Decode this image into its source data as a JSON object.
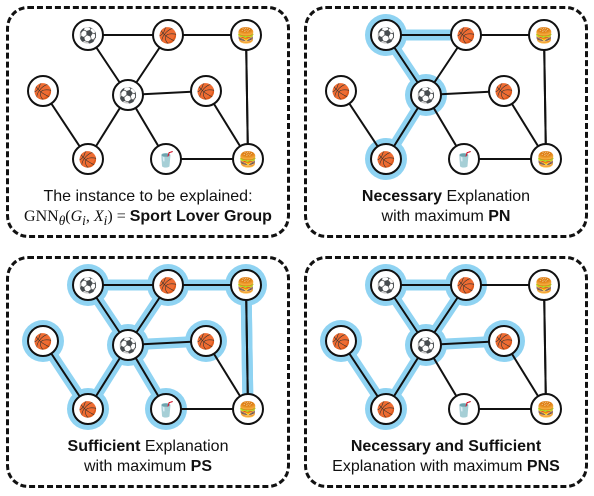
{
  "colors": {
    "highlight": "#8fd3f2",
    "edge": "#111111",
    "node_fill": "#ffffff"
  },
  "icons": {
    "soccer": "⚽",
    "basketball": "🏀",
    "burger": "🍔",
    "drink": "🥤"
  },
  "graph": {
    "nodes": [
      {
        "id": "n1",
        "icon": "soccer",
        "name": "soccer-ball-icon"
      },
      {
        "id": "n2",
        "icon": "basketball",
        "name": "basketball-icon"
      },
      {
        "id": "n3",
        "icon": "burger",
        "name": "burger-icon"
      },
      {
        "id": "n4",
        "icon": "basketball",
        "name": "basketball-icon"
      },
      {
        "id": "n5",
        "icon": "soccer",
        "name": "soccer-ball-icon"
      },
      {
        "id": "n6",
        "icon": "basketball",
        "name": "basketball-icon"
      },
      {
        "id": "n7",
        "icon": "basketball",
        "name": "basketball-icon"
      },
      {
        "id": "n8",
        "icon": "drink",
        "name": "drink-cup-icon"
      },
      {
        "id": "n9",
        "icon": "burger",
        "name": "burger-icon"
      }
    ],
    "edges": [
      [
        "n1",
        "n2"
      ],
      [
        "n2",
        "n3"
      ],
      [
        "n1",
        "n5"
      ],
      [
        "n2",
        "n5"
      ],
      [
        "n3",
        "n9"
      ],
      [
        "n4",
        "n7"
      ],
      [
        "n5",
        "n7"
      ],
      [
        "n5",
        "n6"
      ],
      [
        "n5",
        "n8"
      ],
      [
        "n6",
        "n9"
      ],
      [
        "n8",
        "n9"
      ],
      [
        "n9",
        "n3"
      ]
    ]
  },
  "panels": [
    {
      "name": "panel-instance",
      "highlight_nodes": [],
      "highlight_edges": [],
      "caption": {
        "line1": "The instance to be explained:",
        "formula_prefix": "GNN",
        "formula_sub": "θ",
        "formula_args_open": "(",
        "formula_g": "G",
        "formula_g_sub": "i",
        "formula_comma": ", ",
        "formula_x": "X",
        "formula_x_sub": "i",
        "formula_close": ") = ",
        "result": "Sport Lover Group"
      }
    },
    {
      "name": "panel-necessary",
      "highlight_nodes": [
        "n1",
        "n5",
        "n7"
      ],
      "highlight_edges": [
        [
          "n1",
          "n5"
        ],
        [
          "n5",
          "n7"
        ],
        [
          "n1",
          "n2"
        ]
      ],
      "caption": {
        "bold1": "Necessary",
        "text1": " Explanation",
        "text2": "with maximum ",
        "bold2": "PN"
      }
    },
    {
      "name": "panel-sufficient",
      "highlight_nodes": [
        "n1",
        "n2",
        "n3",
        "n4",
        "n5",
        "n6",
        "n7",
        "n8"
      ],
      "highlight_edges": [
        [
          "n1",
          "n2"
        ],
        [
          "n2",
          "n3"
        ],
        [
          "n1",
          "n5"
        ],
        [
          "n2",
          "n5"
        ],
        [
          "n4",
          "n7"
        ],
        [
          "n5",
          "n7"
        ],
        [
          "n5",
          "n6"
        ],
        [
          "n5",
          "n8"
        ],
        [
          "n3",
          "n9"
        ]
      ],
      "caption": {
        "bold1": "Sufficient",
        "text1": " Explanation",
        "text2": "with maximum ",
        "bold2": "PS"
      }
    },
    {
      "name": "panel-necessary-sufficient",
      "highlight_nodes": [
        "n1",
        "n2",
        "n4",
        "n5",
        "n6",
        "n7"
      ],
      "highlight_edges": [
        [
          "n1",
          "n2"
        ],
        [
          "n1",
          "n5"
        ],
        [
          "n2",
          "n5"
        ],
        [
          "n4",
          "n7"
        ],
        [
          "n5",
          "n7"
        ],
        [
          "n5",
          "n6"
        ]
      ],
      "caption": {
        "bold1": "Necessary and Sufficient",
        "text1": "",
        "text2": "Explanation with maximum ",
        "bold2": "PNS"
      }
    }
  ]
}
